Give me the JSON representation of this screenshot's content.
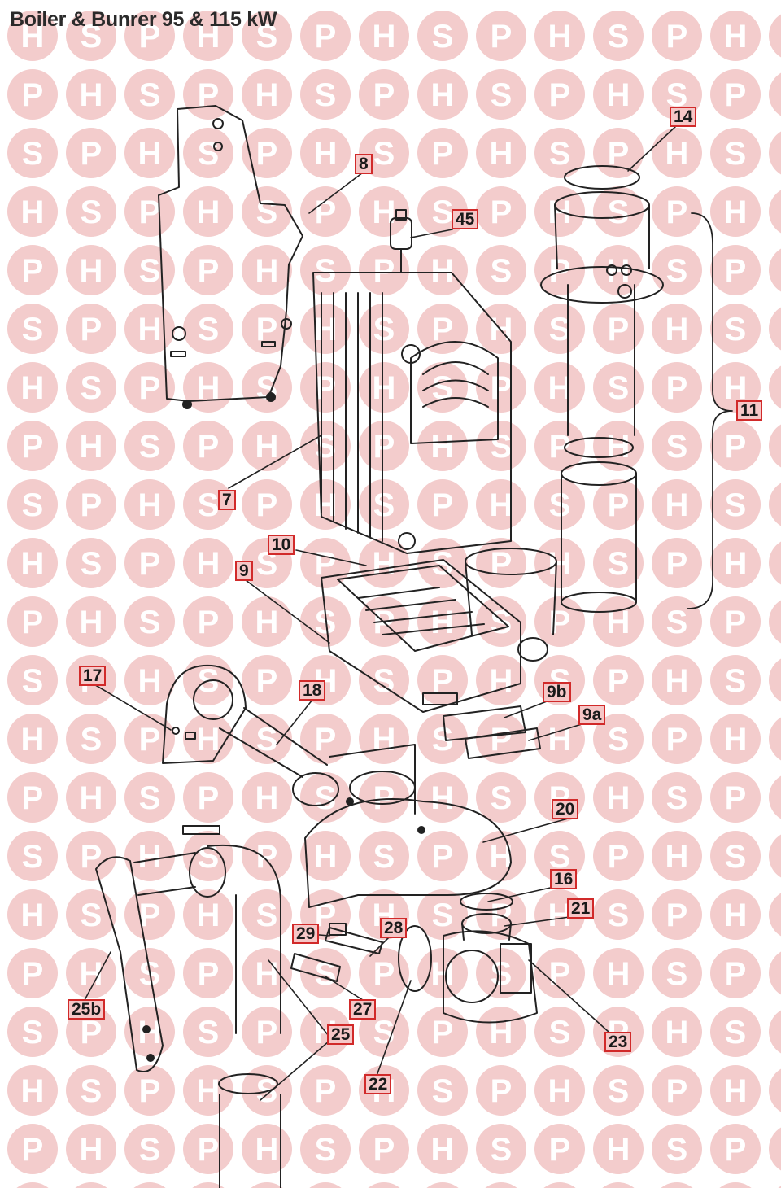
{
  "title": "Boiler & Bunrer 95 & 115 kW",
  "watermark": {
    "letters": [
      "H",
      "S",
      "P"
    ],
    "color": "#f3cccc",
    "letter_color": "#ffffff"
  },
  "accent_color": "#d12a2a",
  "label_fill": "#f6c7c7",
  "callouts": [
    {
      "id": "c14",
      "text": "14"
    },
    {
      "id": "c8",
      "text": "8"
    },
    {
      "id": "c45",
      "text": "45"
    },
    {
      "id": "c11",
      "text": "11"
    },
    {
      "id": "c7",
      "text": "7"
    },
    {
      "id": "c10",
      "text": "10"
    },
    {
      "id": "c9",
      "text": "9"
    },
    {
      "id": "c17",
      "text": "17"
    },
    {
      "id": "c18",
      "text": "18"
    },
    {
      "id": "c9b",
      "text": "9b"
    },
    {
      "id": "c9a",
      "text": "9a"
    },
    {
      "id": "c20",
      "text": "20"
    },
    {
      "id": "c16",
      "text": "16"
    },
    {
      "id": "c21",
      "text": "21"
    },
    {
      "id": "c29",
      "text": "29"
    },
    {
      "id": "c28",
      "text": "28"
    },
    {
      "id": "c25b",
      "text": "25b"
    },
    {
      "id": "c27",
      "text": "27"
    },
    {
      "id": "c25",
      "text": "25"
    },
    {
      "id": "c23",
      "text": "23"
    },
    {
      "id": "c22",
      "text": "22"
    }
  ]
}
